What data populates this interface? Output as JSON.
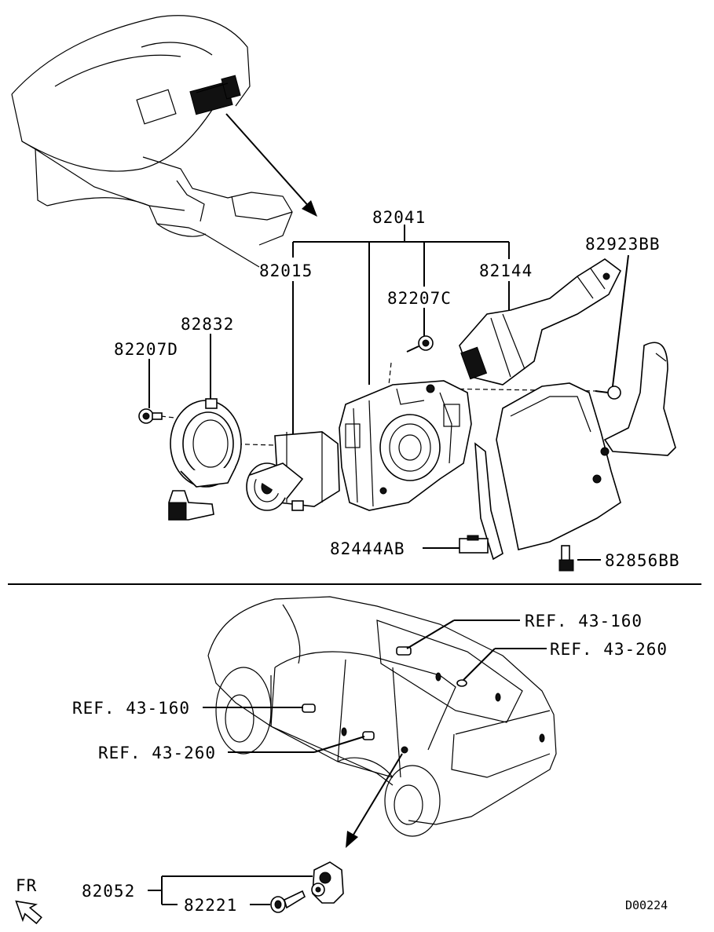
{
  "diagram": {
    "code": "D00224",
    "fr_label": "FR",
    "labels": {
      "p82041": "82041",
      "p82015": "82015",
      "p82144": "82144",
      "p82207C": "82207C",
      "p82832": "82832",
      "p82207D": "82207D",
      "p82923BB": "82923BB",
      "p82444AB": "82444AB",
      "p82856BB": "82856BB",
      "ref1": "REF. 43-160",
      "ref2": "REF. 43-260",
      "ref3": "REF. 43-160",
      "ref4": "REF. 43-260",
      "p82052": "82052",
      "p82221": "82221"
    }
  }
}
